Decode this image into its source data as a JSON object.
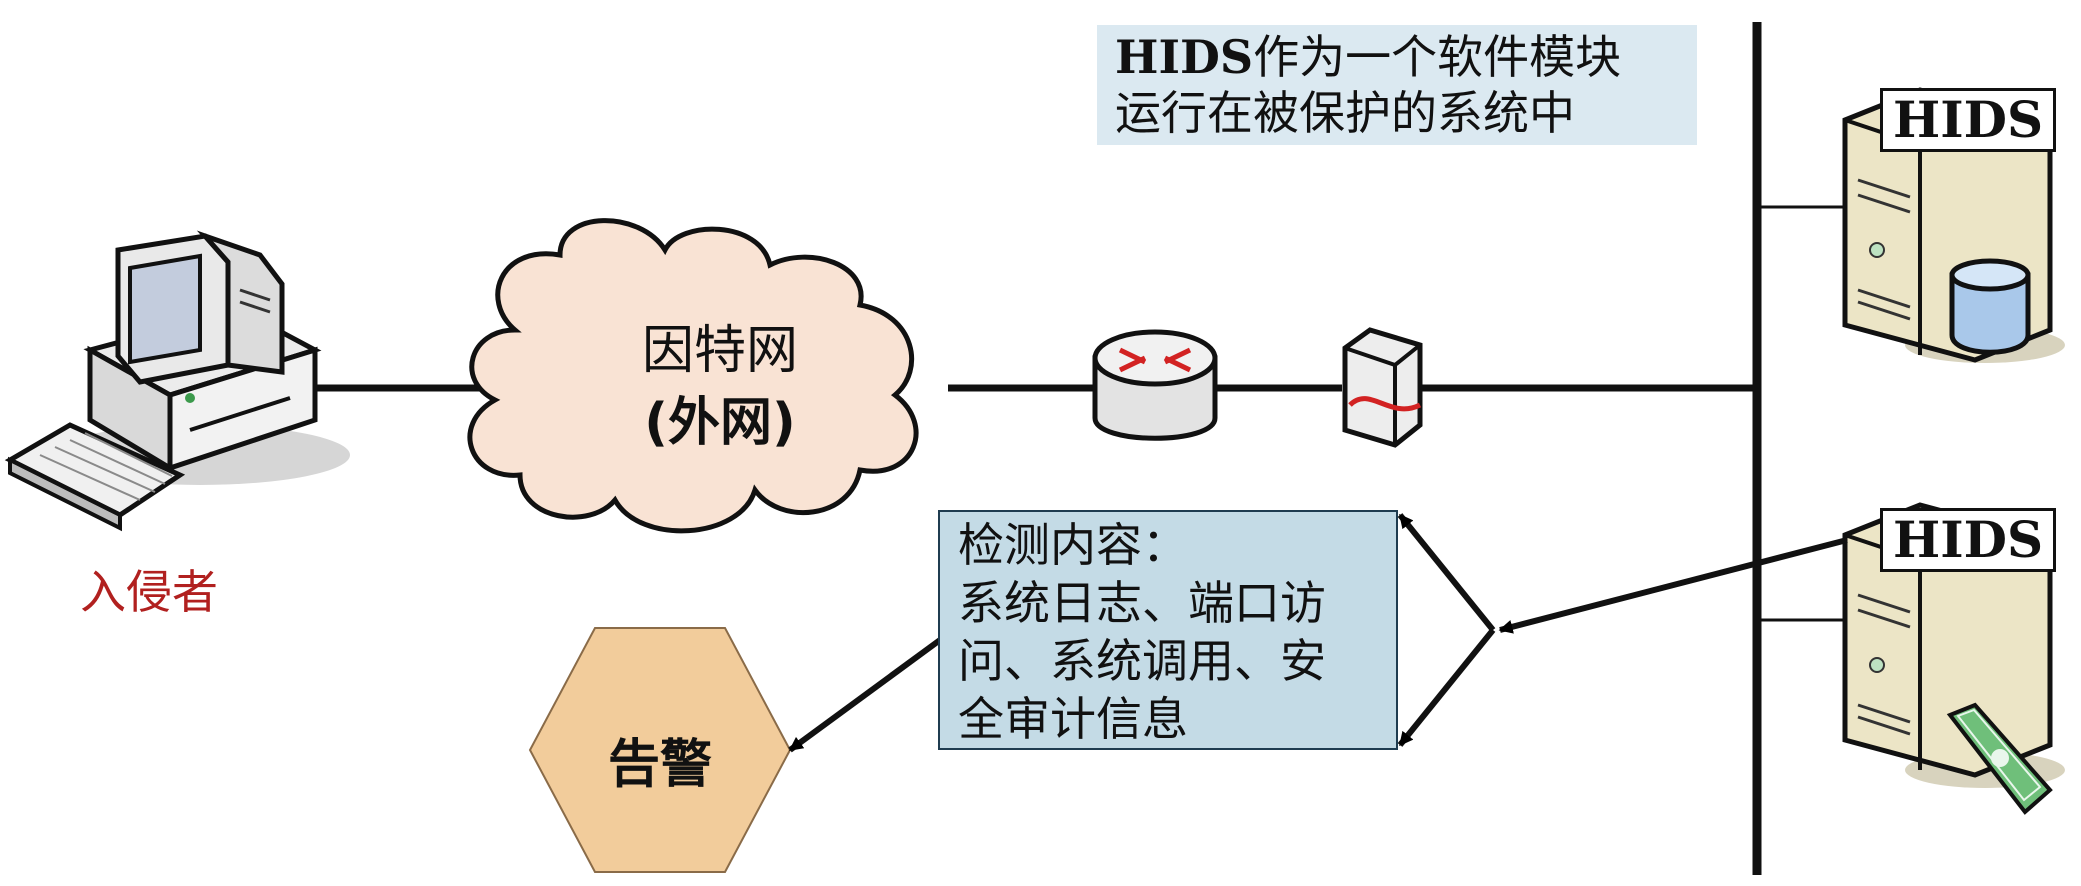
{
  "note": {
    "line1_prefix": "HIDS",
    "line1_rest": "作为一个软件模块",
    "line2": "运行在被保护的系统中"
  },
  "internet": {
    "line1": "因特网",
    "line2": "(外网)"
  },
  "intruder_label": "入侵者",
  "detection": {
    "line1": "检测内容：",
    "line2": "系统日志、端口访",
    "line3": "问、系统调用、安",
    "line4": "全审计信息"
  },
  "alarm_label": "告警",
  "servers": [
    {
      "tag": "HIDS"
    },
    {
      "tag": "HIDS"
    }
  ],
  "colors": {
    "cloud_fill": "#f9e3d4",
    "alarm_fill": "#f2cc9b",
    "detect_fill": "#c4dbe6",
    "note_fill": "#dbe9f1",
    "intruder_text": "#b1201f",
    "server_body": "#ece5c6"
  }
}
